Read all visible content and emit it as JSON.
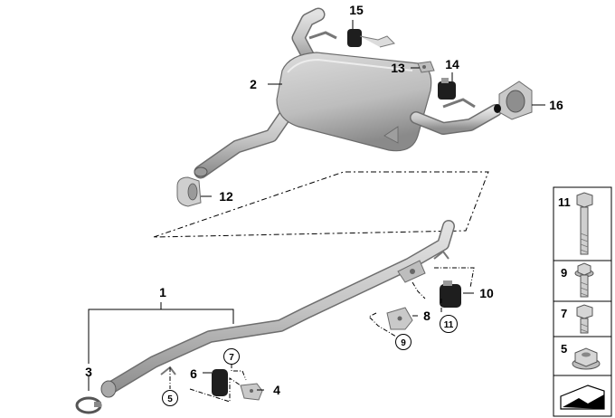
{
  "callouts": {
    "c1": "1",
    "c2": "2",
    "c3": "3",
    "c4": "4",
    "c6": "6",
    "c8": "8",
    "c10": "10",
    "c12": "12",
    "c13": "13",
    "c14": "14",
    "c15": "15",
    "c16": "16"
  },
  "refs": {
    "r5": "5",
    "r7": "7",
    "r9": "9",
    "r11": "11"
  },
  "legend": [
    {
      "number": "11",
      "icon": "hex-bolt-long-icon"
    },
    {
      "number": "9",
      "icon": "flange-bolt-icon"
    },
    {
      "number": "7",
      "icon": "hex-bolt-short-icon"
    },
    {
      "number": "5",
      "icon": "hex-flange-nut-icon"
    }
  ],
  "colors": {
    "part_fill": "#c9c9c9",
    "part_dark": "#8e8e8e",
    "rubber": "#1e1e1e",
    "line": "#000000"
  }
}
